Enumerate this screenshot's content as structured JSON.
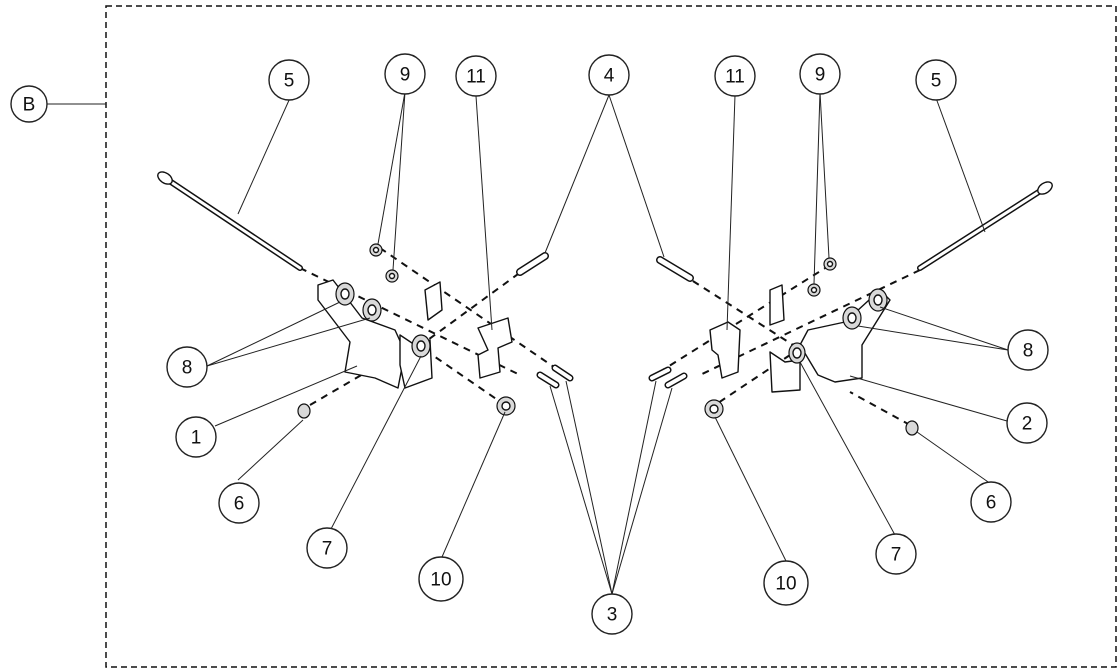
{
  "view_label": "B",
  "callouts": {
    "left_5": "5",
    "left_9": "9",
    "left_11": "11",
    "center_4": "4",
    "right_11": "11",
    "right_9": "9",
    "right_5": "5",
    "left_8": "8",
    "right_8": "8",
    "left_1": "1",
    "right_2": "2",
    "left_6": "6",
    "right_6": "6",
    "left_7": "7",
    "right_7": "7",
    "left_10": "10",
    "right_10": "10",
    "center_3": "3"
  }
}
